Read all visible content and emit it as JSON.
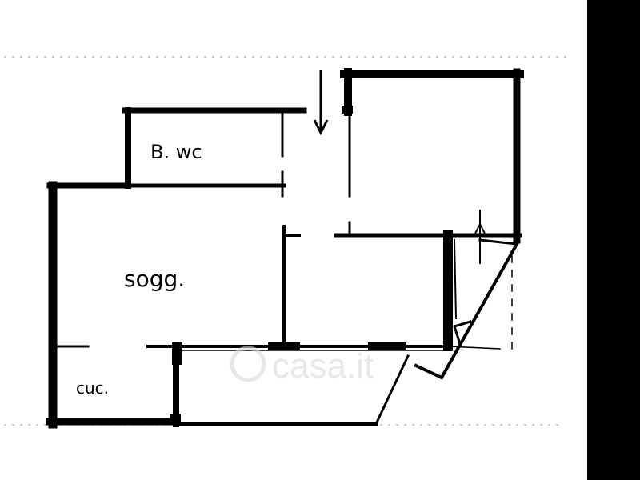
{
  "rooms": {
    "bathroom": "B. wc",
    "living": "sogg.",
    "kitchen": "cuc."
  },
  "watermark": "casa.it",
  "colors": {
    "ink": "#000000",
    "background": "#ffffff",
    "watermark": "#d9d9d9"
  }
}
